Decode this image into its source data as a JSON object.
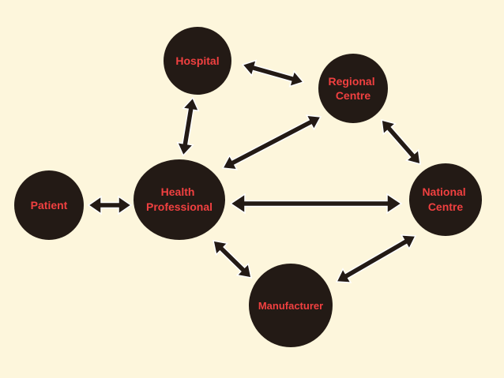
{
  "colors": {
    "background": "#fdf6dc",
    "node_fill": "#231a15",
    "label": "#f04040",
    "arrow": "#231a15"
  },
  "nodes": {
    "hospital": [
      "Hospital"
    ],
    "regional_centre": [
      "Regional",
      "Centre"
    ],
    "patient": [
      "Patient"
    ],
    "health_professional": [
      "Health",
      "Professional"
    ],
    "national_centre": [
      "National",
      "Centre"
    ],
    "manufacturer": [
      "Manufacturer"
    ]
  }
}
